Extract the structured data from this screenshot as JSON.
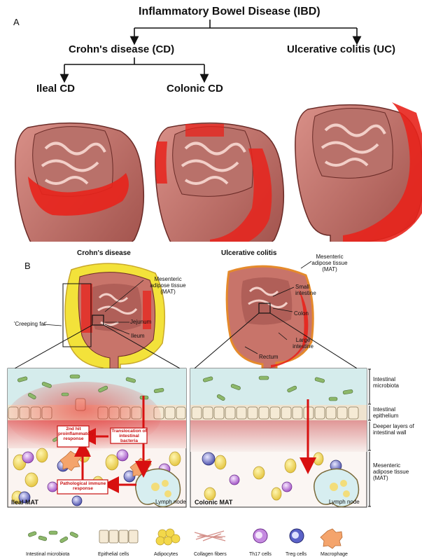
{
  "panel_a": {
    "letter": "A",
    "title": "Inflammatory Bowel Disease (IBD)",
    "cd_label": "Crohn's disease (CD)",
    "uc_label": "Ulcerative colitis (UC)",
    "ileal_label": "Ileal CD",
    "colonic_label": "Colonic CD"
  },
  "panel_b": {
    "letter": "B",
    "cd_heading": "Crohn's disease",
    "uc_heading": "Ulcerative colitis",
    "cd_mat": "Mesenteric adipose tissue (MAT)",
    "creeping_fat": "'Creeping fat'",
    "jejunum": "Jejunum",
    "ileum": "Ileum",
    "uc_mat": "Mesenteric adipose tissue (MAT)",
    "small_intestine": "Small intestine",
    "colon": "Colon",
    "large_intestine": "Large intestine",
    "rectum": "Rectum"
  },
  "layers": {
    "microbiota": "Intestinal microbiota",
    "epithelium": "Intestinal epithelium",
    "deeper": "Deeper layers of intestinal wall",
    "mat": "Mesenteric adipose tissue (MAT)"
  },
  "callouts": {
    "second_hit": "2nd hit proinflammatory response",
    "translocation": "Translocation of intestinal bacteria",
    "pathological": "Pathological immune response"
  },
  "bottom_labels": {
    "ileal_mat": "Ileal MAT",
    "lymph_left": "Lymph node",
    "colonic_mat": "Colonic MAT",
    "lymph_right": "Lymph node"
  },
  "legend": [
    {
      "label": "Intestinal microbiota",
      "icon": "bacteria-icon"
    },
    {
      "label": "Epithelial cells",
      "icon": "epithelial-icon"
    },
    {
      "label": "Adipocytes",
      "icon": "adipocyte-icon"
    },
    {
      "label": "Collagen fibers",
      "icon": "collagen-icon"
    },
    {
      "label": "Th17 cells",
      "icon": "th17-icon"
    },
    {
      "label": "Treg cells",
      "icon": "treg-icon"
    },
    {
      "label": "Macrophage",
      "icon": "macrophage-icon"
    }
  ],
  "colors": {
    "inflamed": "#e8231c",
    "tissue": "#c8746a",
    "fat": "#f3e23a",
    "mucus": "#d5ecec",
    "wall": "#e8a0a0",
    "callout_text": "#c81010"
  }
}
